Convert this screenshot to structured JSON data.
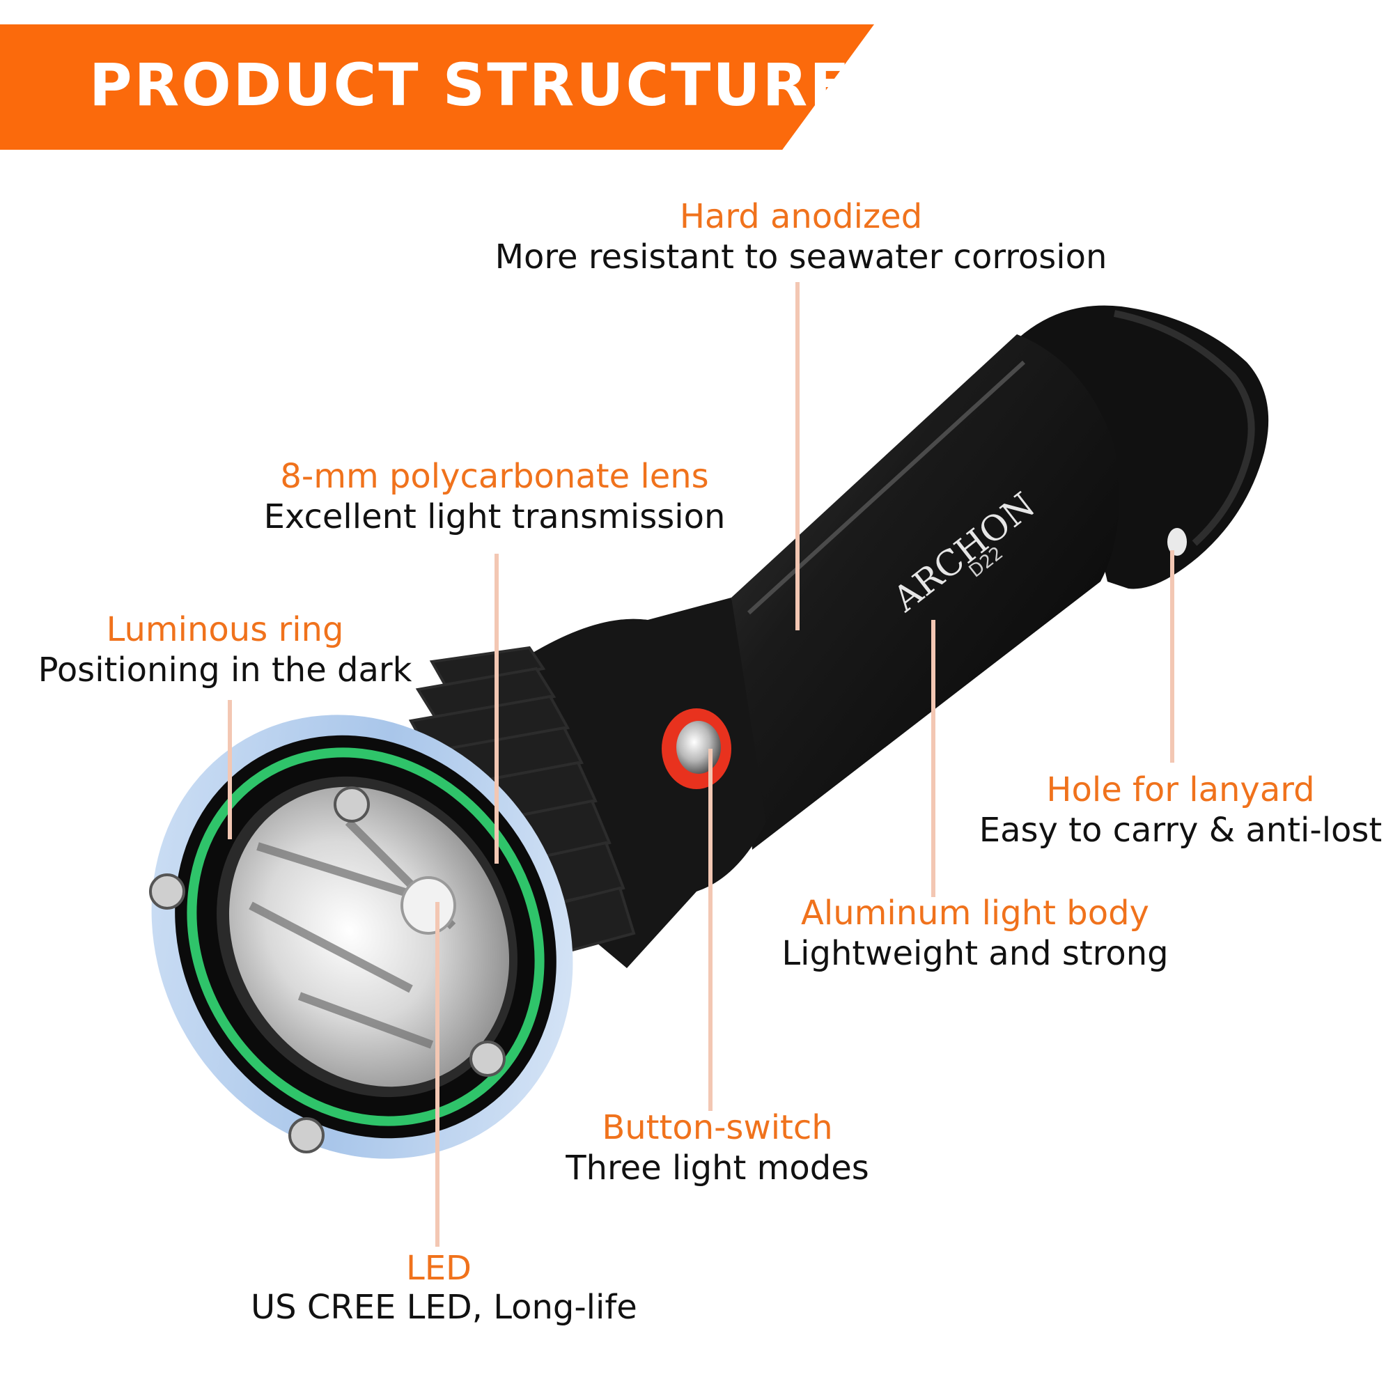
{
  "header": {
    "title": "PRODUCT STRUCTURE"
  },
  "colors": {
    "accent": "#fb6a0c",
    "label_title": "#f0721c",
    "description": "#111111",
    "leader_line": "#f3c7b3",
    "body": "#131313",
    "luminous_ring": "#2fc46a",
    "bezel": "#b9d2ef",
    "switch": "#e8321e"
  },
  "brand": {
    "logo_text": "ARCHON",
    "model_text": "D22"
  },
  "callouts": [
    {
      "title": "Hard anodized",
      "description": "More resistant to seawater corrosion"
    },
    {
      "title": "8-mm polycarbonate lens",
      "description": "Excellent light transmission"
    },
    {
      "title": "Luminous ring",
      "description": "Positioning in the dark"
    },
    {
      "title": "Hole for lanyard",
      "description": "Easy to carry & anti-lost"
    },
    {
      "title": "Aluminum light body",
      "description": "Lightweight and strong"
    },
    {
      "title": "Button-switch",
      "description": "Three light modes"
    },
    {
      "title": "LED",
      "description": "US CREE LED, Long-life"
    }
  ]
}
